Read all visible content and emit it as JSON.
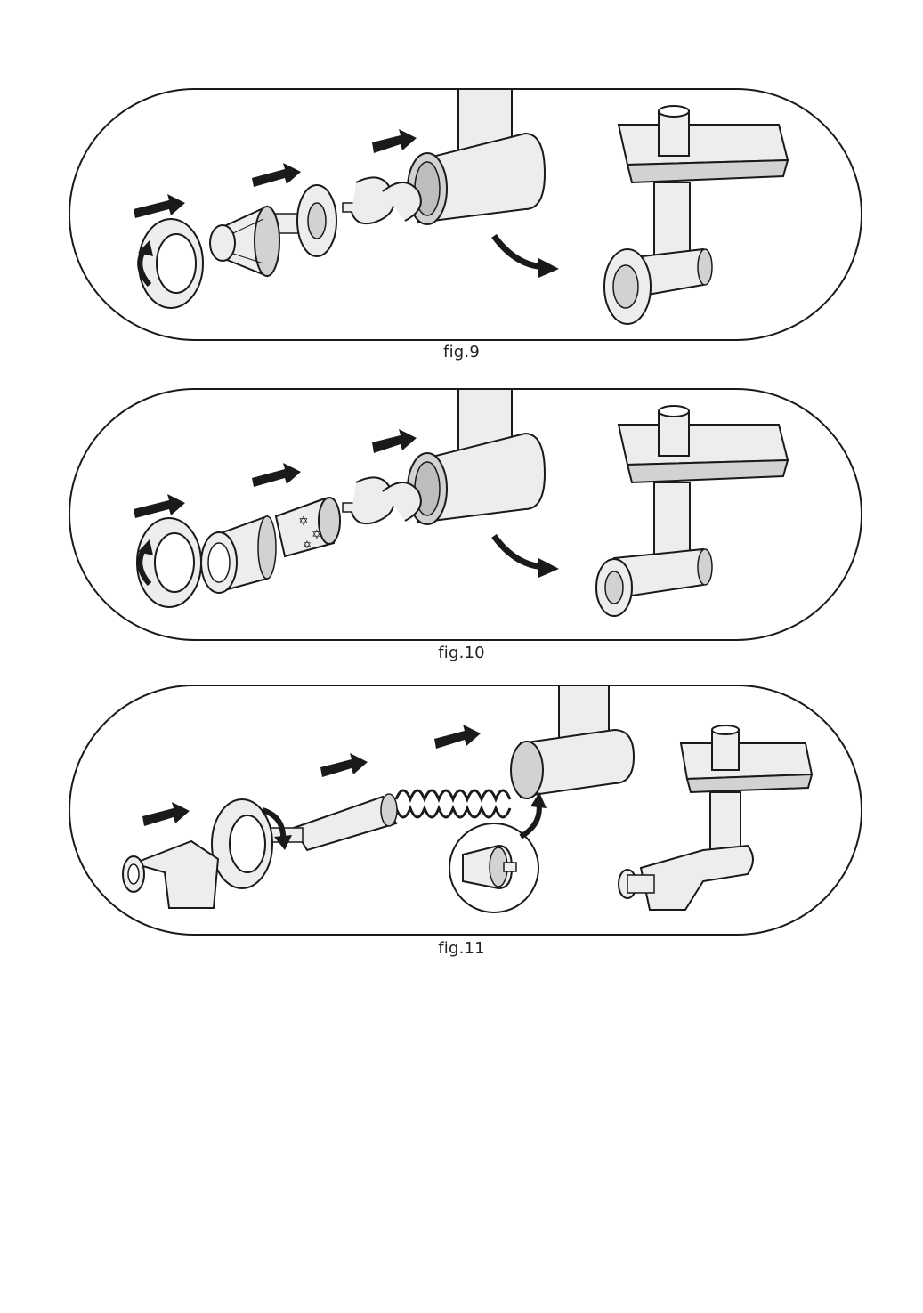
{
  "figures": [
    {
      "id": "fig9",
      "caption": "fig.9"
    },
    {
      "id": "fig10",
      "caption": "fig.10"
    },
    {
      "id": "fig11",
      "caption": "fig.11"
    }
  ],
  "colors": {
    "outline": "#1a1a1a",
    "part_fill": "#ededed",
    "part_shade": "#d2d2d2",
    "arrow": "#1a1a1a",
    "background": "#ffffff"
  }
}
